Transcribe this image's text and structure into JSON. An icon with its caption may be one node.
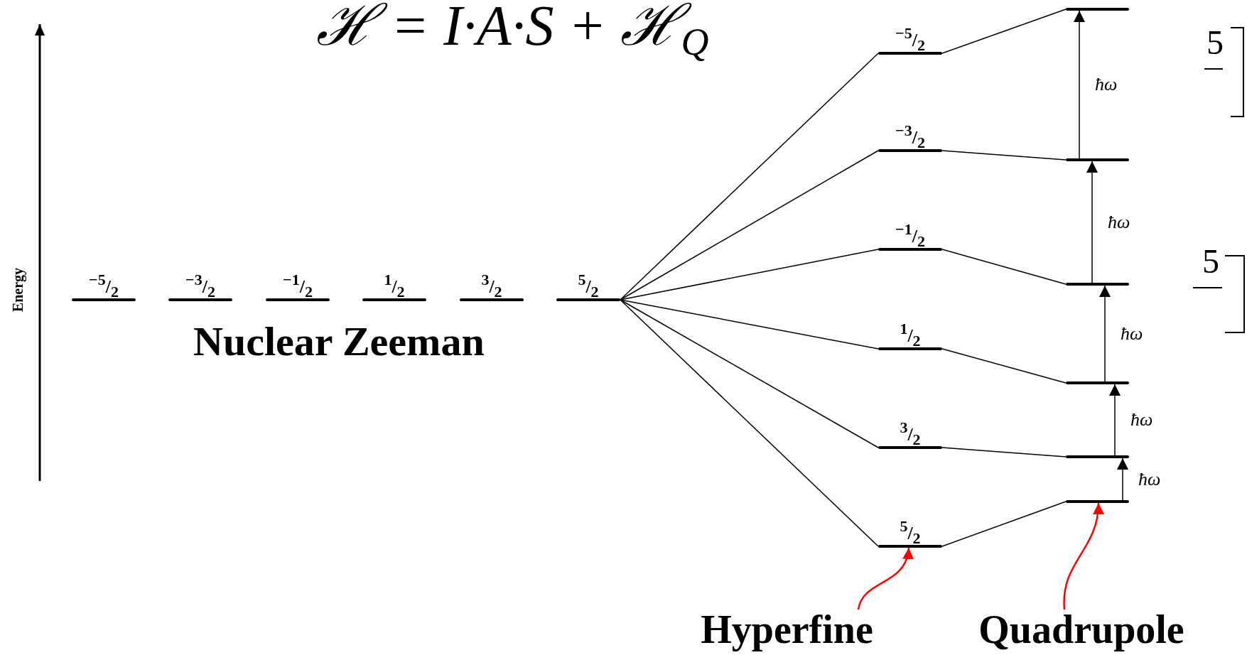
{
  "diagram": {
    "nodes": [
      {
        "text": [
          "$^{−5}$/$_{2}$"
        ]
      },
      {
        "text": [
          "$^{−3}$/$_{2}$"
        ]
      },
      {
        "text": [
          "$^{−1}$/$_{2}$"
        ]
      },
      {
        "text": [
          "$^{1}$/$_{2}$"
        ]
      },
      {
        "text": [
          "$^{3}$/$_{2}$"
        ]
      },
      {
        "text": [
          "$^{5}$/$_{2}$"
        ]
      },
      {
        "text": [
          "$^{−5}$/$_{2}$"
        ]
      },
      {
        "text": [
          "$^{−3}$/$_{2}$"
        ]
      },
      {
        "text": [
          "$^{−1}$/$_{2}$"
        ]
      },
      {
        "text": [
          "$^{1}$/$_{2}$"
        ]
      },
      {
        "text": [
          "$^{3}$/$_{2}$"
        ]
      },
      {
        "text": [
          "$^{5}$/$_{2}$"
        ]
      },
      {
        "text": [],
        "shape": "bar"
      },
      {
        "text": [],
        "shape": "bar"
      },
      {
        "text": [],
        "shape": "bar"
      },
      {
        "text": [],
        "shape": "bar"
      },
      {
        "text": [],
        "shape": "bar"
      },
      {
        "text": [],
        "shape": "bar"
      },
      {
        "text": [
          "Hyperfine"
        ]
      },
      {
        "text": [
          "Quadrupole"
        ]
      }
    ],
    "edges": [
      {
        "from": 5,
        "to": 6,
        "arrow": "none"
      },
      {
        "from": 5,
        "to": 7,
        "arrow": "none"
      },
      {
        "from": 5,
        "to": 8,
        "arrow": "none"
      },
      {
        "from": 5,
        "to": 9,
        "arrow": "none"
      },
      {
        "from": 5,
        "to": 10,
        "arrow": "none"
      },
      {
        "from": 5,
        "to": 11,
        "arrow": "none"
      },
      {
        "from": 6,
        "to": 12,
        "arrow": "none"
      },
      {
        "from": 7,
        "to": 13,
        "arrow": "none"
      },
      {
        "from": 8,
        "to": 14,
        "arrow": "none"
      },
      {
        "from": 9,
        "to": 15,
        "arrow": "none"
      },
      {
        "from": 10,
        "to": 16,
        "arrow": "none"
      },
      {
        "from": 11,
        "to": 17,
        "arrow": "none"
      },
      {
        "from": 17,
        "to": 16,
        "arrow": "to",
        "label": "ħω"
      },
      {
        "from": 16,
        "to": 15,
        "arrow": "to",
        "label": "ħω"
      },
      {
        "from": 15,
        "to": 14,
        "arrow": "to",
        "label": "ħω"
      },
      {
        "from": 14,
        "to": 13,
        "arrow": "to",
        "label": "ħω"
      },
      {
        "from": 13,
        "to": 12,
        "arrow": "to",
        "label": "ħω"
      },
      {
        "from": 18,
        "to": 11,
        "arrow": "to",
        "color": "#ff0000"
      },
      {
        "from": 19,
        "to": 17,
        "arrow": "to",
        "color": "#ff0000"
      }
    ],
    "labels": [
      "ℋ = I·A·S + ℋ$_{Q}$",
      "Energy",
      "Nuclear Zeeman",
      "5",
      "5"
    ]
  }
}
